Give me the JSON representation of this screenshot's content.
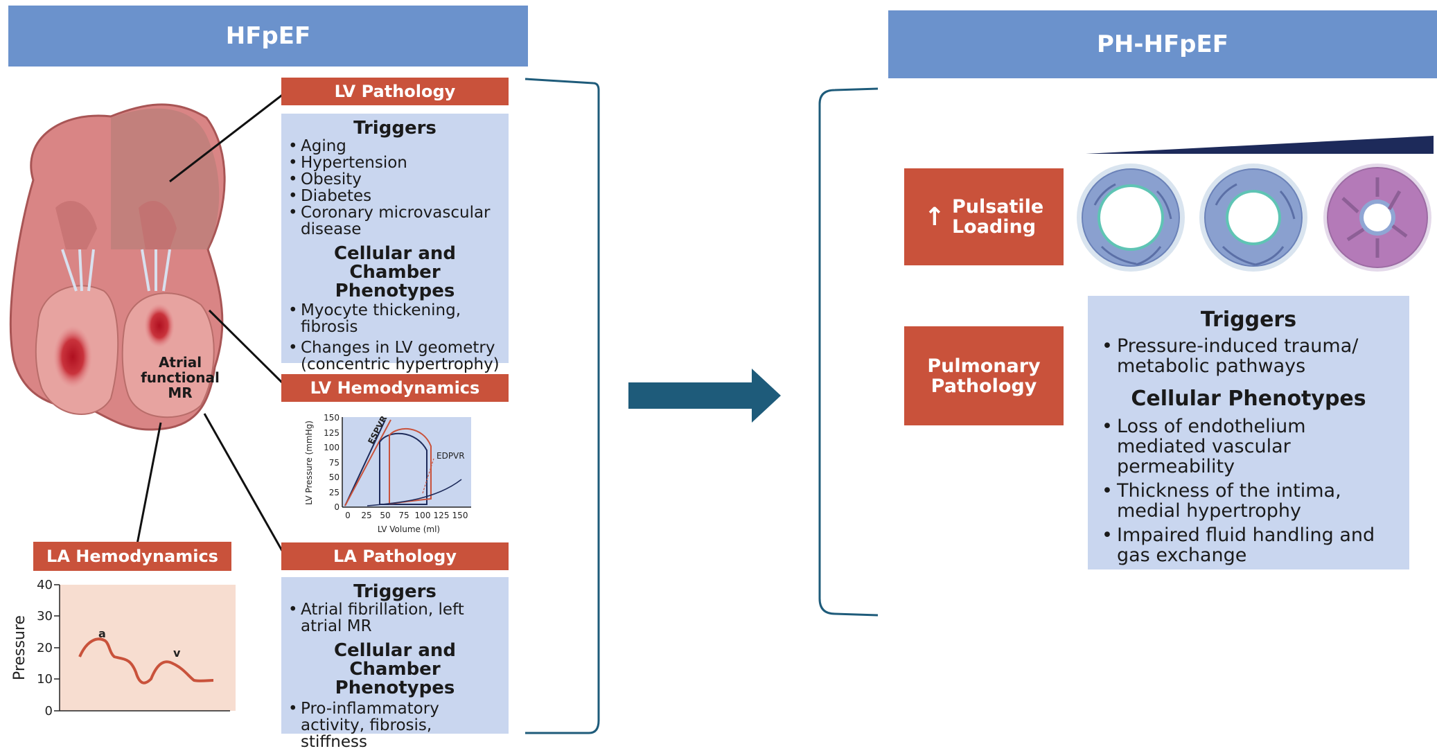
{
  "left_title": "HFpEF",
  "right_title": "PH-HFpEF",
  "heart_label": [
    "Atrial",
    "functional",
    "MR"
  ],
  "lv_pathology": {
    "header": "LV Pathology",
    "triggers_title": "Triggers",
    "triggers": [
      "Aging",
      "Hypertension",
      "Obesity",
      "Diabetes",
      "Coronary microvascular disease"
    ],
    "phenotypes_title": "Cellular and Chamber Phenotypes",
    "phenotypes": [
      "Myocyte thickening, fibrosis",
      "Changes in LV geometry (concentric hypertrophy)"
    ]
  },
  "lv_hemodynamics": {
    "header": "LV Hemodynamics",
    "ylabel": "LV Pressure (mmHg)",
    "xlabel": "LV Volume (ml)",
    "ticks_y": [
      "0",
      "25",
      "50",
      "75",
      "100",
      "125",
      "150"
    ],
    "ticks_x": [
      "0",
      "25",
      "50",
      "75",
      "100",
      "125",
      "150"
    ],
    "label_espvr": "ESPVR",
    "label_edpvr": "EDPVR"
  },
  "la_pathology": {
    "header": "LA Pathology",
    "triggers_title": "Triggers",
    "triggers": [
      "Atrial fibrillation, left atrial MR"
    ],
    "phenotypes_title": "Cellular and Chamber Phenotypes",
    "phenotypes": [
      "Pro-inflammatory activity, fibrosis, stiffness"
    ]
  },
  "la_hemodynamics": {
    "header": "LA Hemodynamics",
    "ylabel": "Pressure",
    "ticks_y": [
      "0",
      "10",
      "20",
      "30",
      "40"
    ],
    "label_a": "a",
    "label_v": "v"
  },
  "pulsatile": {
    "arrow": "↑",
    "lines": [
      "Pulsatile",
      "Loading"
    ]
  },
  "pulmonary": {
    "lines": [
      "Pulmonary",
      "Pathology"
    ]
  },
  "right_panel": {
    "triggers_title": "Triggers",
    "triggers": [
      "Pressure-induced trauma/ metabolic pathways"
    ],
    "phenotypes_title": "Cellular Phenotypes",
    "phenotypes": [
      "Loss of endothelium mediated vascular permeability",
      "Thickness of the intima, medial hypertrophy",
      "Impaired fluid handling and gas exchange"
    ]
  },
  "colors": {
    "banner": "#6b92cc",
    "header_red": "#c9523b",
    "panel_blue": "#c9d6ef",
    "arrow": "#1e5b7a",
    "bracket": "#1e5b7a"
  }
}
